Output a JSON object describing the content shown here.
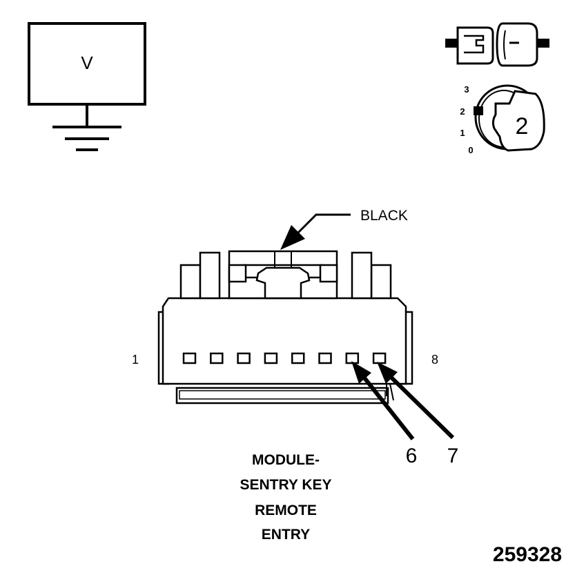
{
  "voltmeter": {
    "symbol": "V"
  },
  "connector_view": {
    "plug_label": ""
  },
  "ignition": {
    "positions": [
      "3",
      "2",
      "1",
      "0"
    ],
    "key_position": "2"
  },
  "connector": {
    "color_label": "BLACK",
    "pin_first": "1",
    "pin_last": "8",
    "pin_count": 8,
    "tested_pins": [
      "6",
      "7"
    ]
  },
  "component_name": [
    "MODULE-",
    "SENTRY KEY",
    "REMOTE",
    "ENTRY"
  ],
  "figure_id": "259328"
}
